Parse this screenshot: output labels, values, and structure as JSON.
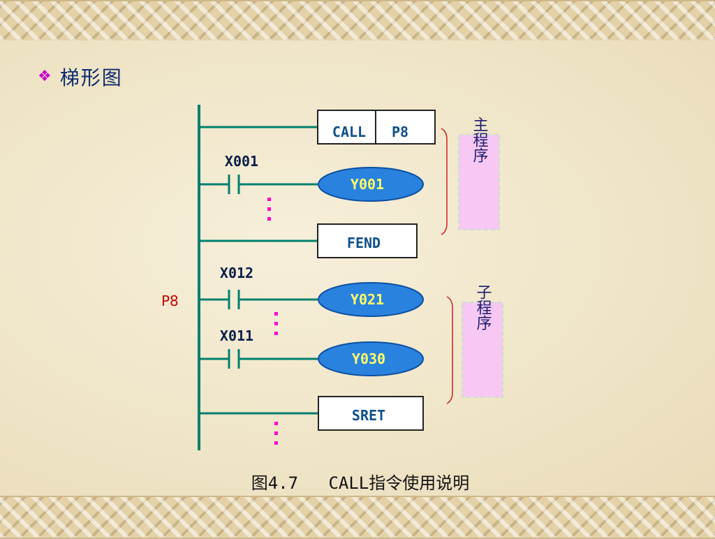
{
  "heading": {
    "bullet_icon": "diamond-cluster-icon",
    "text": "梯形图"
  },
  "diagram": {
    "instructions": {
      "call": "CALL",
      "call_target": "P8",
      "fend": "FEND",
      "sret": "SRET"
    },
    "contacts": [
      {
        "id": "x001",
        "label": "X001"
      },
      {
        "id": "x012",
        "label": "X012"
      },
      {
        "id": "x011",
        "label": "X011"
      }
    ],
    "coils": [
      {
        "id": "y001",
        "label": "Y001"
      },
      {
        "id": "y021",
        "label": "Y021"
      },
      {
        "id": "y030",
        "label": "Y030"
      }
    ],
    "pointer_label": "P8",
    "main_program_label": "主程序",
    "sub_program_label": "子程序"
  },
  "caption": "图4.7   CALL指令使用说明",
  "colors": {
    "wire": "#007f6e",
    "coil": "#2a82df",
    "coil_text": "#ffff66",
    "dot": "#ff00cc",
    "brace": "#cc2222",
    "label_box": "#f7c8f4"
  }
}
